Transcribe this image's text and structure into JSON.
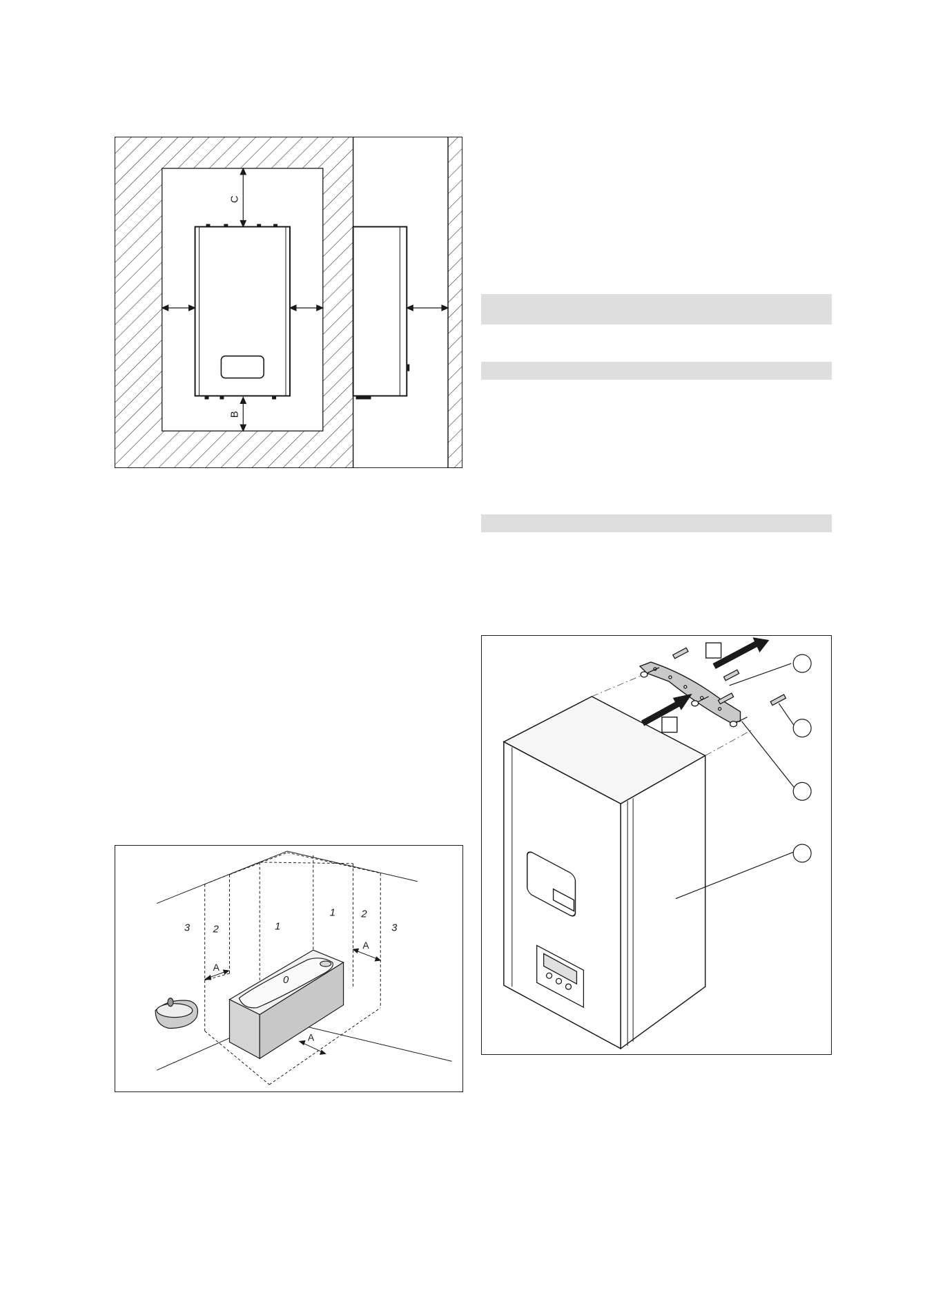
{
  "figure_clearance": {
    "labels": {
      "top": "C",
      "bottom": "B"
    }
  },
  "figure_bathroom_zones": {
    "zone_labels": {
      "bath": "0",
      "z1_left": "1",
      "z1_right": "1",
      "z2_left": "2",
      "z2_right": "2",
      "z3_left": "3",
      "z3_right": "3"
    },
    "distance_label": "A"
  },
  "figure_mounting": {
    "step_boxes": [
      "",
      ""
    ],
    "callouts": [
      "",
      "",
      "",
      ""
    ]
  }
}
